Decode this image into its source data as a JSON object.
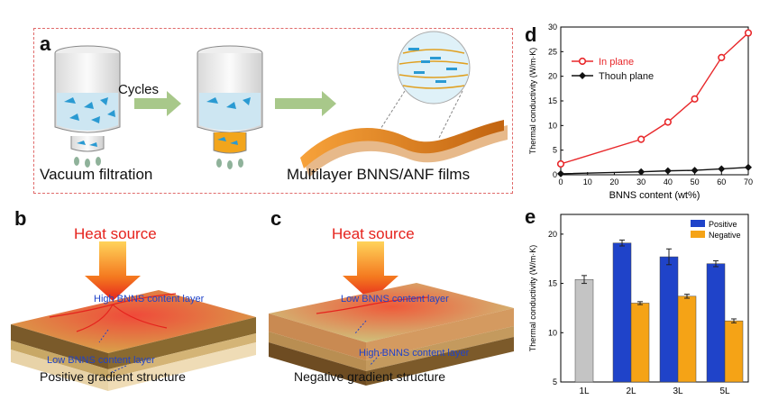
{
  "panel_labels": {
    "a": "a",
    "b": "b",
    "c": "c",
    "d": "d",
    "e": "e"
  },
  "panel_a": {
    "cycles": "Cycles",
    "vacuum": "Vacuum filtration",
    "films": "Multilayer BNNS/ANF films"
  },
  "panel_b": {
    "heat": "Heat source",
    "top_layer": "High BNNS content layer",
    "bottom_layer": "Low BNNS content layer",
    "caption": "Positive gradient structure"
  },
  "panel_c": {
    "heat": "Heat source",
    "top_layer": "Low BNNS content layer",
    "bottom_layer": "High BNNS content layer",
    "caption": "Negative gradient structure"
  },
  "colors": {
    "red": "#e8282b",
    "black": "#111111",
    "blue": "#1f43c9",
    "orange": "#f5a316",
    "gray": "#c4c4c4",
    "dash": "#e06a6a"
  },
  "chart_data": [
    {
      "type": "line",
      "xlabel": "BNNS content (wt%)",
      "ylabel": "Thermal conductivity (W/m·K)",
      "xlim": [
        0,
        70
      ],
      "ylim": [
        0,
        30
      ],
      "xticks": [
        "0",
        "10",
        "20",
        "30",
        "40",
        "50",
        "60",
        "70"
      ],
      "yticks": [
        "0",
        "5",
        "10",
        "15",
        "20",
        "25",
        "30"
      ],
      "legend_position": "upper-left",
      "series": [
        {
          "name": "In plane",
          "color": "#e8282b",
          "x": [
            0,
            30,
            40,
            50,
            60,
            70
          ],
          "y": [
            2.2,
            7.2,
            10.7,
            15.4,
            23.8,
            28.8
          ]
        },
        {
          "name": "Thouh plane",
          "color": "#111111",
          "x": [
            0,
            30,
            40,
            50,
            60,
            70
          ],
          "y": [
            0.2,
            0.6,
            0.8,
            0.9,
            1.2,
            1.5
          ]
        }
      ]
    },
    {
      "type": "bar",
      "ylabel": "Thermal conductivity (W/m·K)",
      "ylim": [
        5,
        22
      ],
      "yticks": [
        "5",
        "10",
        "15",
        "20"
      ],
      "categories": [
        "1L",
        "2L",
        "3L",
        "5L"
      ],
      "legend_position": "top-right",
      "single": {
        "category": "1L",
        "value": 15.4,
        "err": 0.4,
        "color": "#c4c4c4"
      },
      "series": [
        {
          "name": "Positive",
          "color": "#1f43c9",
          "values": [
            null,
            19.1,
            17.7,
            17.0
          ],
          "err": [
            0,
            0.3,
            0.8,
            0.3
          ]
        },
        {
          "name": "Negative",
          "color": "#f5a316",
          "values": [
            null,
            13.0,
            13.7,
            11.2
          ],
          "err": [
            0,
            0.15,
            0.2,
            0.2
          ]
        }
      ]
    }
  ]
}
